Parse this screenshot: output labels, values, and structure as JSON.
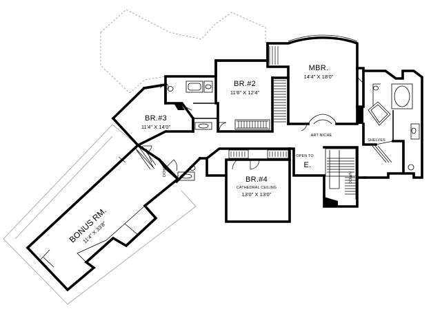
{
  "rooms": {
    "mbr": {
      "name": "MBR.",
      "dims": "14'4\" X 18'0\""
    },
    "br2": {
      "name": "BR.#2",
      "dims": "11'6\" X 12'4\""
    },
    "br3": {
      "name": "BR.#3",
      "dims": "11'4\" X 14'0\""
    },
    "br4": {
      "name": "BR.#4",
      "note": "CATHEDRAL CEILING",
      "dims": "13'0\" X 13'0\""
    },
    "bonus": {
      "name": "BONUS RM.",
      "dims": "11'4\" X 33'8\""
    }
  },
  "labels": {
    "art_niche": "ART NICHE",
    "shelves": "SHELVES",
    "open_to": "OPEN TO",
    "open_to_e": "E.",
    "down_stair": "DOWN",
    "down_small": "DOWN"
  }
}
